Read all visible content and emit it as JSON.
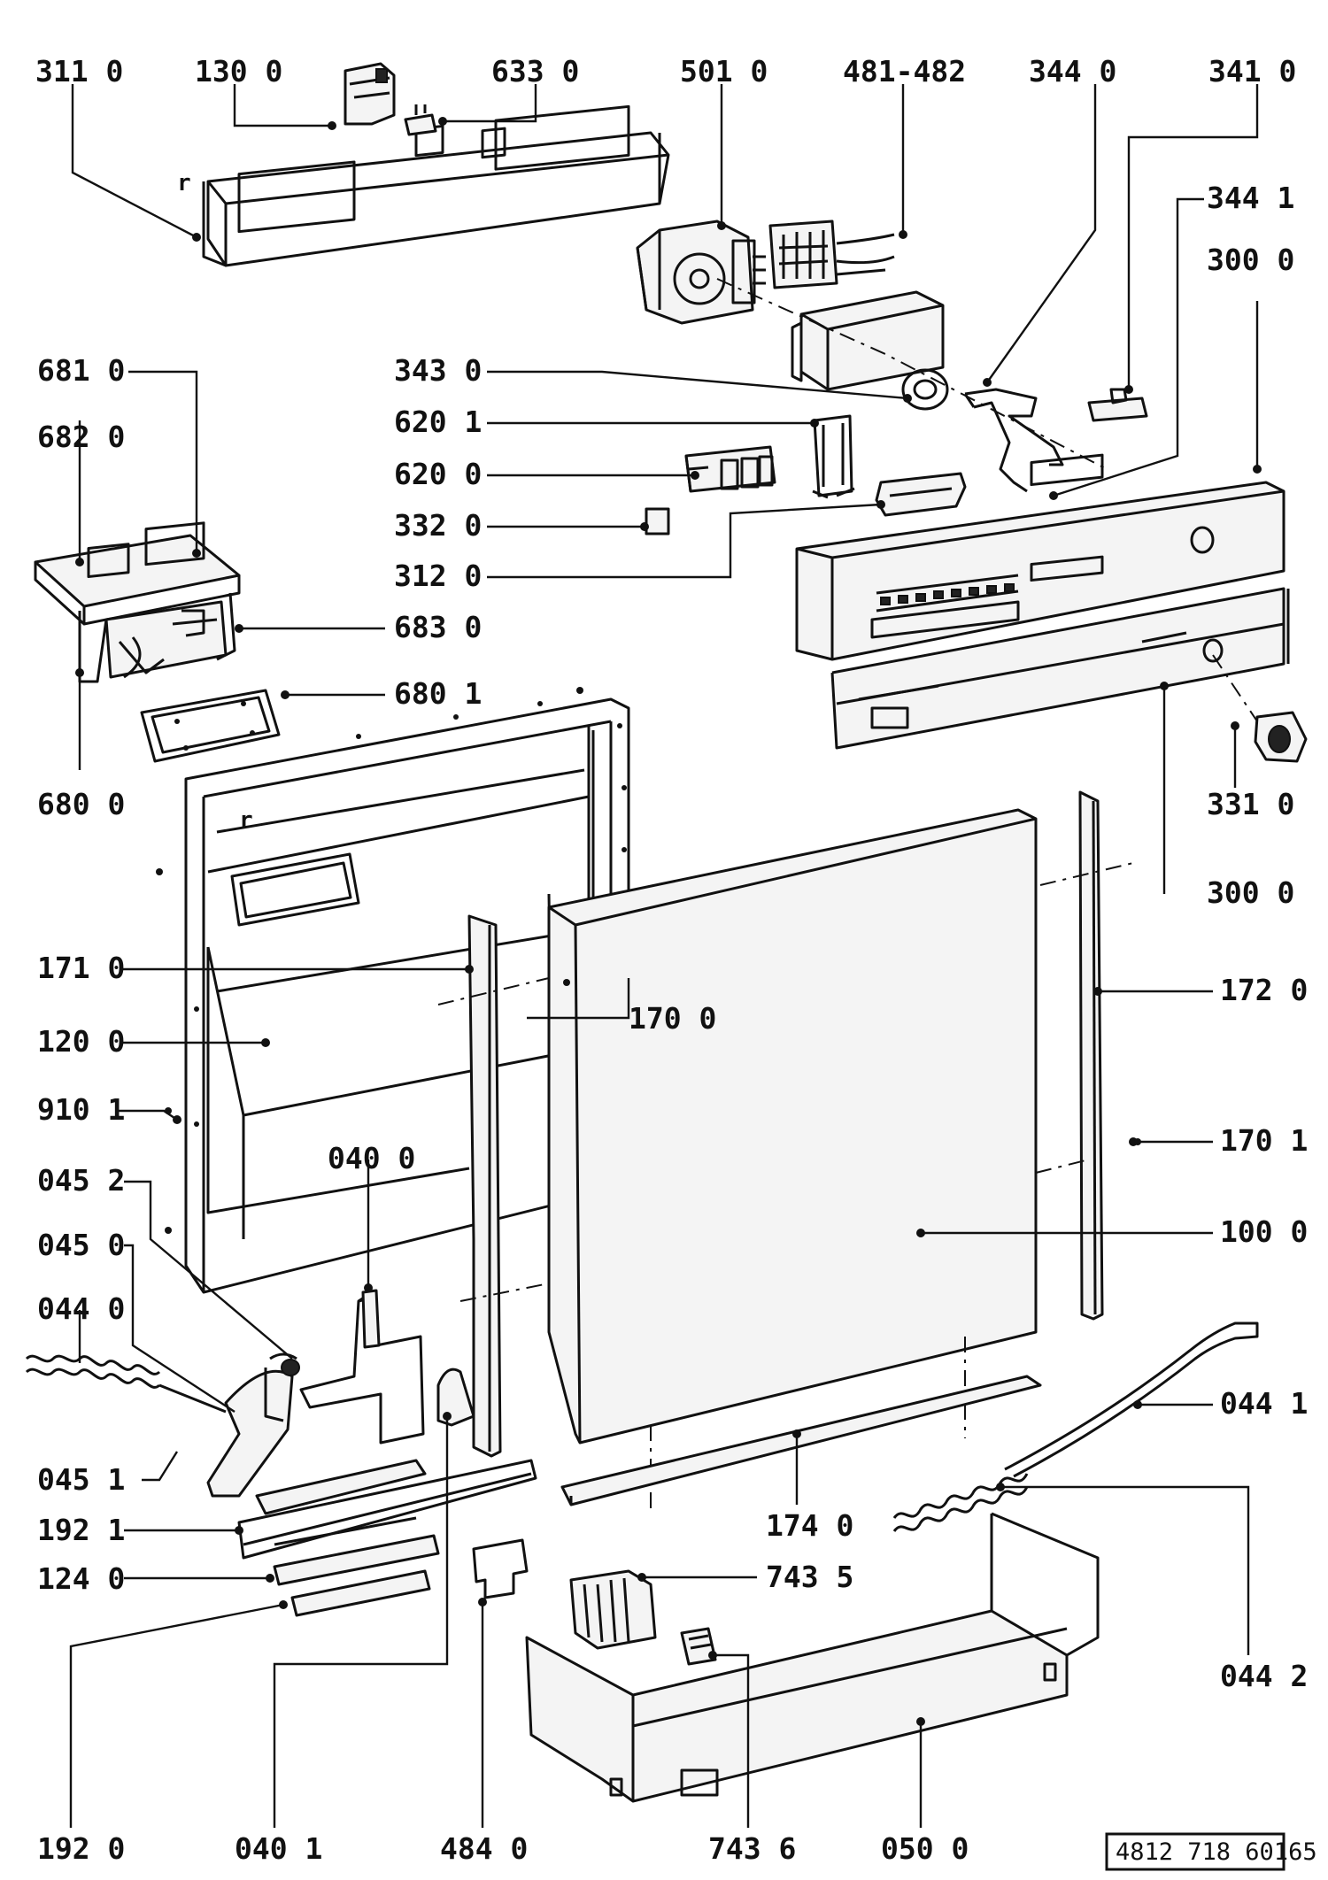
{
  "labels": {
    "l311": "311 0",
    "l130": "130 0",
    "l633": "633 0",
    "l501": "501 0",
    "l481": "481-482",
    "l344": "344 0",
    "l341": "341 0",
    "l3441": "344 1",
    "l3000a": "300 0",
    "l681": "681 0",
    "l682": "682 0",
    "l343": "343 0",
    "l6201": "620 1",
    "l6200": "620 0",
    "l332": "332 0",
    "l312": "312 0",
    "l683": "683 0",
    "l6801": "680 1",
    "l6800": "680 0",
    "l331": "331 0",
    "l3000b": "300 0",
    "l171": "171 0",
    "l1700": "170 0",
    "l172": "172 0",
    "l120": "120 0",
    "l910": "910 1",
    "l1701": "170 1",
    "l040": "040 0",
    "l0452": "045 2",
    "l1000": "100 0",
    "l0450": "045 0",
    "l0440": "044 0",
    "l0441": "044 1",
    "l0451": "045 1",
    "l174": "174 0",
    "l1921": "192 1",
    "l124": "124 0",
    "l7435": "743 5",
    "l0442": "044 2",
    "l1920": "192 0",
    "l0401": "040 1",
    "l484": "484 0",
    "l7436": "743 6",
    "l050": "050 0",
    "small_r1": "r",
    "small_r2": "r"
  },
  "reference_number": "4812 718 60165"
}
